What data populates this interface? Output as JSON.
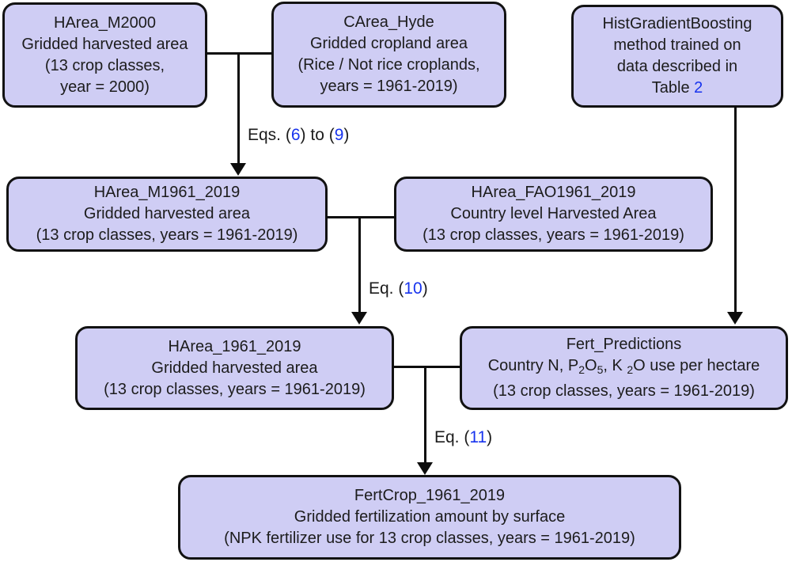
{
  "colors": {
    "box_fill": "#cfcdf4",
    "box_border": "#121212",
    "line_color": "#0d0d0d",
    "text_color": "#1c1c1c",
    "reference_blue": "#1733ee"
  },
  "boxes": {
    "harea_m2000": {
      "lines": [
        "HArea_M2000",
        "Gridded harvested area",
        "(13 crop classes,",
        "year = 2000)"
      ]
    },
    "carea_hyde": {
      "lines": [
        "CArea_Hyde",
        "Gridded cropland area",
        "(Rice / Not rice croplands,",
        "years = 1961-2019)"
      ]
    },
    "hist_gradient_boosting": {
      "line1": "HistGradientBoosting",
      "line2": "method trained on",
      "line3": "data described in",
      "line4_pre": "Table ",
      "line4_ref": "2"
    },
    "harea_m1961_2019": {
      "lines": [
        "HArea_M1961_2019",
        "Gridded harvested area",
        "(13 crop classes, years = 1961-2019)"
      ]
    },
    "harea_fao1961_2019": {
      "lines": [
        "HArea_FAO1961_2019",
        "Country level Harvested Area",
        "(13 crop classes, years = 1961-2019)"
      ]
    },
    "harea_1961_2019": {
      "lines": [
        "HArea_1961_2019",
        "Gridded harvested area",
        "(13 crop classes, years = 1961-2019)"
      ]
    },
    "fert_predictions": {
      "line1": "Fert_Predictions",
      "line2": {
        "s1": "Country N, P",
        "sub1": "2",
        "s2": "O",
        "sub2": "5",
        "s3": ", K ",
        "sub3": "2",
        "s4": "O use per hectare"
      },
      "line3": "(13 crop classes, years = 1961-2019)"
    },
    "fertcrop_1961_2019": {
      "lines": [
        "FertCrop_1961_2019",
        "Gridded fertilization amount by surface",
        "(NPK fertilizer use for 13 crop classes, years = 1961-2019)"
      ]
    }
  },
  "edge_labels": {
    "eqs_6_to_9": {
      "pre": "Eqs. (",
      "ref1": "6",
      "mid": ") to (",
      "ref2": "9",
      "post": ")"
    },
    "eq_10": {
      "pre": "Eq. (",
      "ref": "10",
      "post": ")"
    },
    "eq_11": {
      "pre": "Eq. (",
      "ref": "11",
      "post": ")"
    }
  }
}
